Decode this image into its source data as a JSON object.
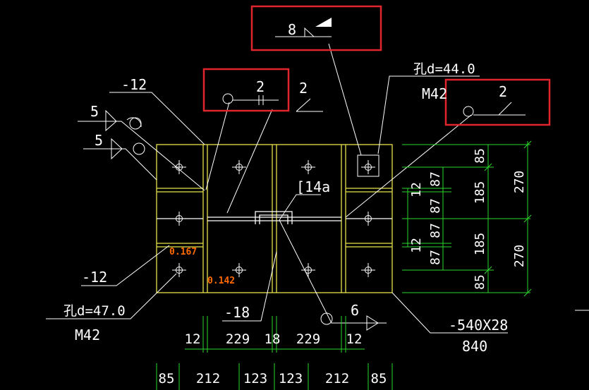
{
  "colors": {
    "background": "#000000",
    "line_white": "#ffffff",
    "plate_yellow": "#e8e24a",
    "dimension_green": "#2bd82b",
    "highlight_red": "#e0262c",
    "ratio_orange": "#ff6a00"
  },
  "weld_symbols": {
    "top_flag": "8",
    "boxed_left": "2",
    "outside_left": "2",
    "boxed_right": "2",
    "left_upper": "5",
    "left_lower": "5",
    "bottom_right": "6"
  },
  "labels": {
    "plate_top": "-12",
    "plate_left": "-12",
    "plate_bottom": "-18",
    "channel": "[14a",
    "hole_top": "孔d=44.0",
    "bolt_top": "M42",
    "hole_bottom": "孔d=47.0",
    "bolt_bottom": "M42",
    "base_plate": "-540X28",
    "base_plate_len": "840"
  },
  "ratios": {
    "upper": "0.167",
    "lower": "0.142"
  },
  "dims_bottom_row1": [
    "12",
    "229",
    "18",
    "229",
    "12"
  ],
  "dims_bottom_row2": [
    "85",
    "212",
    "123",
    "123",
    "212",
    "85"
  ],
  "dims_right_col1": [
    "12",
    "87",
    "87",
    "12",
    "87",
    "87"
  ],
  "dims_right_col2": [
    "85",
    "185",
    "185",
    "85"
  ],
  "dims_right_col3": [
    "270",
    "270"
  ]
}
